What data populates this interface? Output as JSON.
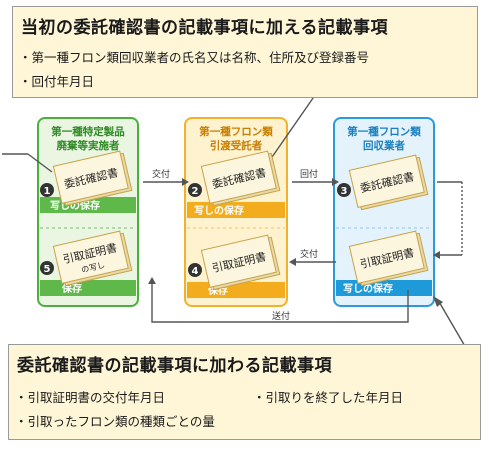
{
  "top_note": {
    "heading": "当初の委託確認書の記載事項に加える記載事項",
    "items": [
      "・第一種フロン類回収業者の氏名又は名称、住所及び登録番号",
      "・回付年月日"
    ]
  },
  "bottom_note": {
    "heading": "委託確認書の記載事項に加わる記載事項",
    "items": [
      "・引取証明書の交付年月日",
      "・引取りを終了した年月日",
      "・引取ったフロン類の種類ごとの量"
    ]
  },
  "parties": [
    {
      "title_lines": [
        "第一種特定製品",
        "廃棄等実施者"
      ],
      "color": "#4caf3c",
      "fill": "#eaf6e2"
    },
    {
      "title_lines": [
        "第一種フロン類",
        "引渡受託者"
      ],
      "color": "#f2b02c",
      "fill": "#fff3cf"
    },
    {
      "title_lines": [
        "第一種フロン類",
        "回収業者"
      ],
      "color": "#2a9ad8",
      "fill": "#e3f2fb"
    }
  ],
  "documents": {
    "consignment": "委託確認書",
    "certificate": "引取証明書",
    "certificate_copy_line1": "引取証明書",
    "certificate_copy_line2": "の写し"
  },
  "steps": [
    "1",
    "2",
    "3",
    "4",
    "5"
  ],
  "bars": {
    "copy_kept": "写しの保存",
    "kept": "保存"
  },
  "flow_labels": {
    "deliver": "交付",
    "circulate": "回付",
    "send": "送付"
  },
  "colors": {
    "note_fill": "#fff6d8",
    "doc_fill": "#fdf6de",
    "doc_edge": "#c8a24a"
  }
}
